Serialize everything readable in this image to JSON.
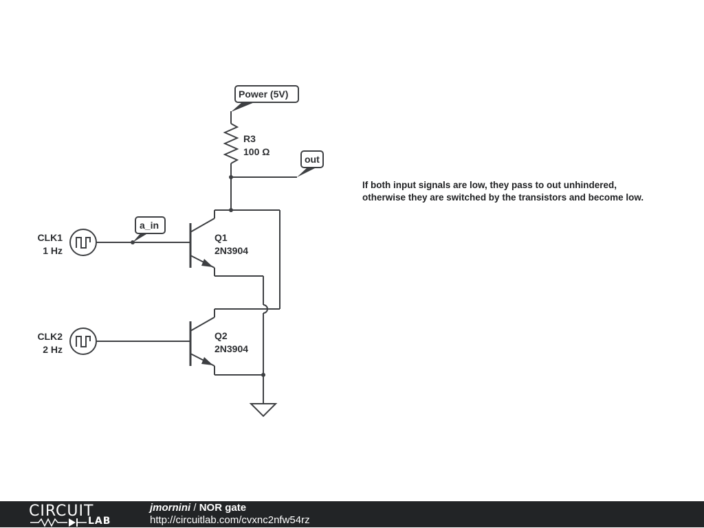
{
  "schematic": {
    "power_tag": "Power (5V)",
    "out_tag": "out",
    "a_in_tag": "a_in",
    "r3": {
      "name": "R3",
      "value": "100 Ω"
    },
    "q1": {
      "name": "Q1",
      "part": "2N3904"
    },
    "q2": {
      "name": "Q2",
      "part": "2N3904"
    },
    "clk1": {
      "name": "CLK1",
      "freq": "1 Hz"
    },
    "clk2": {
      "name": "CLK2",
      "freq": "2 Hz"
    },
    "note_line1": "If both input signals are low, they pass to out unhindered,",
    "note_line2": "otherwise they are switched by the transistors and become low."
  },
  "footer": {
    "logo_top": "CIRCUIT",
    "logo_bottom": "LAB",
    "author": "jmornini",
    "separator": " / ",
    "title": "NOR gate",
    "url": "http://circuitlab.com/cvxnc2nfw54rz"
  }
}
